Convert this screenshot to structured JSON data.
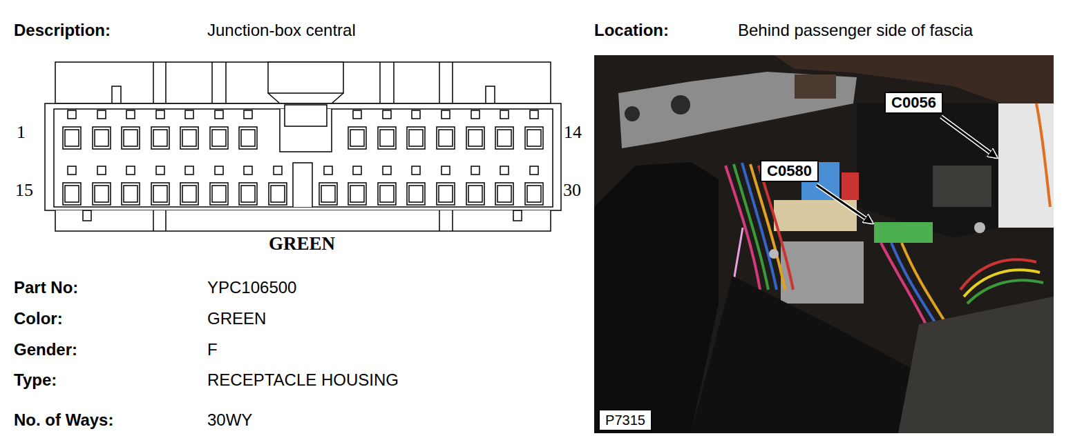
{
  "diagram": {
    "nodes": [
      {
        "text": [
          "C0056"
        ]
      },
      {
        "text": [
          "C0580"
        ]
      },
      {
        "text": [
          "P7315"
        ]
      }
    ],
    "labels": [
      "Description:",
      "Junction-box central",
      "1",
      "14",
      "15",
      "30",
      "GREEN",
      "Part No:",
      "YPC106500",
      "Color:",
      "GREEN",
      "Gender:",
      "F",
      "Type:",
      "RECEPTACLE HOUSING",
      "No. of Ways:",
      "30WY",
      "Location:",
      "Behind passenger side of fascia"
    ]
  }
}
